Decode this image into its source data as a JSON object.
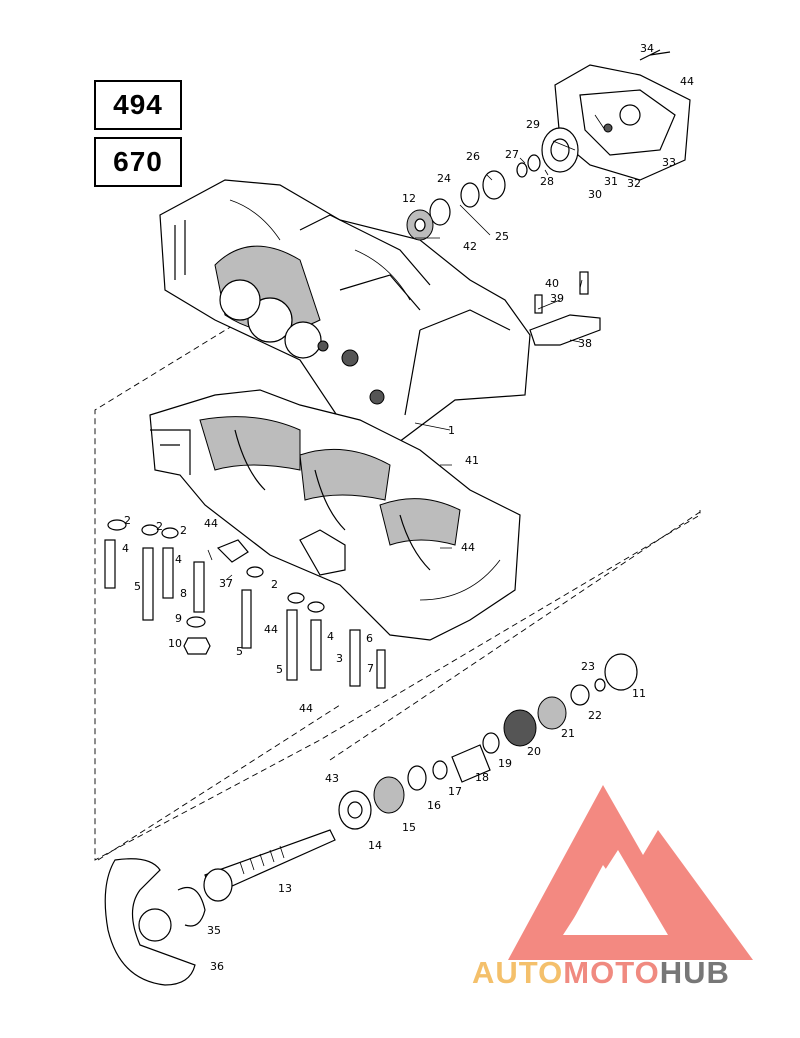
{
  "model_boxes": [
    "494",
    "670"
  ],
  "callouts": [
    {
      "id": "c1",
      "text": "1"
    },
    {
      "id": "c2a",
      "text": "2"
    },
    {
      "id": "c2b",
      "text": "2"
    },
    {
      "id": "c2c",
      "text": "2"
    },
    {
      "id": "c2d",
      "text": "2"
    },
    {
      "id": "c3",
      "text": "3"
    },
    {
      "id": "c4a",
      "text": "4"
    },
    {
      "id": "c4b",
      "text": "4"
    },
    {
      "id": "c4c",
      "text": "4"
    },
    {
      "id": "c5a",
      "text": "5"
    },
    {
      "id": "c5b",
      "text": "5"
    },
    {
      "id": "c5c",
      "text": "5"
    },
    {
      "id": "c6",
      "text": "6"
    },
    {
      "id": "c7",
      "text": "7"
    },
    {
      "id": "c8",
      "text": "8"
    },
    {
      "id": "c9",
      "text": "9"
    },
    {
      "id": "c10",
      "text": "10"
    },
    {
      "id": "c11",
      "text": "11"
    },
    {
      "id": "c12",
      "text": "12"
    },
    {
      "id": "c13",
      "text": "13"
    },
    {
      "id": "c14",
      "text": "14"
    },
    {
      "id": "c15",
      "text": "15"
    },
    {
      "id": "c16",
      "text": "16"
    },
    {
      "id": "c17",
      "text": "17"
    },
    {
      "id": "c18",
      "text": "18"
    },
    {
      "id": "c19",
      "text": "19"
    },
    {
      "id": "c20",
      "text": "20"
    },
    {
      "id": "c21",
      "text": "21"
    },
    {
      "id": "c22",
      "text": "22"
    },
    {
      "id": "c23",
      "text": "23"
    },
    {
      "id": "c24",
      "text": "24"
    },
    {
      "id": "c25",
      "text": "25"
    },
    {
      "id": "c26",
      "text": "26"
    },
    {
      "id": "c27",
      "text": "27"
    },
    {
      "id": "c28",
      "text": "28"
    },
    {
      "id": "c29",
      "text": "29"
    },
    {
      "id": "c30",
      "text": "30"
    },
    {
      "id": "c31",
      "text": "31"
    },
    {
      "id": "c32",
      "text": "32"
    },
    {
      "id": "c33",
      "text": "33"
    },
    {
      "id": "c34",
      "text": "34"
    },
    {
      "id": "c35",
      "text": "35"
    },
    {
      "id": "c36",
      "text": "36"
    },
    {
      "id": "c37",
      "text": "37"
    },
    {
      "id": "c38",
      "text": "38"
    },
    {
      "id": "c39",
      "text": "39"
    },
    {
      "id": "c40",
      "text": "40"
    },
    {
      "id": "c41",
      "text": "41"
    },
    {
      "id": "c42",
      "text": "42"
    },
    {
      "id": "c43",
      "text": "43"
    },
    {
      "id": "c44a",
      "text": "44"
    },
    {
      "id": "c44b",
      "text": "44"
    },
    {
      "id": "c44c",
      "text": "44"
    },
    {
      "id": "c44d",
      "text": "44"
    },
    {
      "id": "c44e",
      "text": "44"
    }
  ],
  "watermark": {
    "part1": "AUTO",
    "part2": "MOTO",
    "part3": "HUB",
    "colors": {
      "auto": "#f4c06b",
      "moto": "#f08a80",
      "hub": "#777777",
      "logo": "#f27c73"
    }
  }
}
